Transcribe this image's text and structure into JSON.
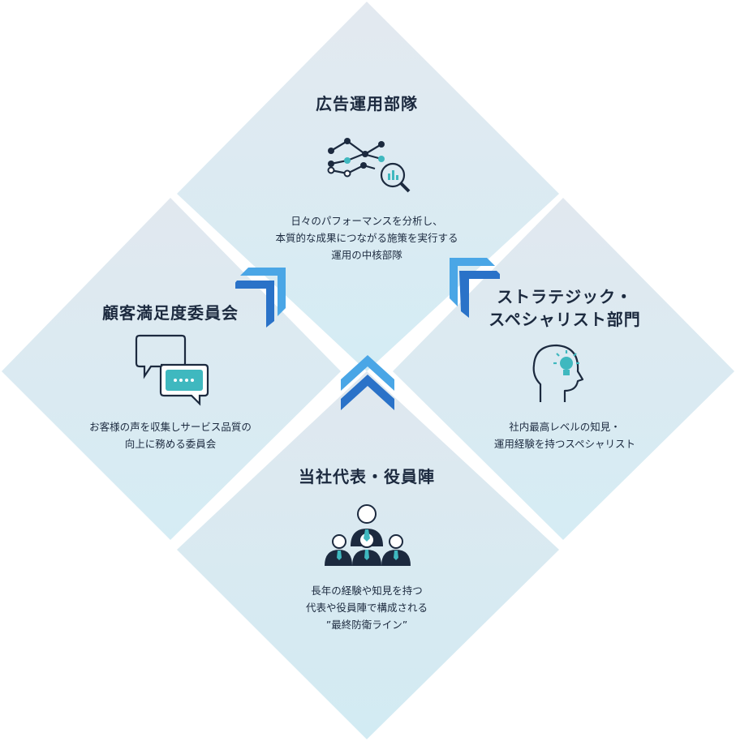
{
  "top": {
    "title": "広告運用部隊",
    "desc": [
      "日々のパフォーマンスを分析し、",
      "本質的な成果につながる施策を実行する",
      "運用の中核部隊"
    ],
    "icon": "analytics-chart-magnifier-icon"
  },
  "left": {
    "title": "顧客満足度委員会",
    "desc": [
      "お客様の声を収集しサービス品質の",
      "向上に務める委員会"
    ],
    "icon": "chat-bubbles-icon"
  },
  "right": {
    "title": [
      "ストラテジック・",
      "スペシャリスト部門"
    ],
    "desc": [
      "社内最高レベルの知見・",
      "運用経験を持つスペシャリスト"
    ],
    "icon": "head-lightbulb-icon"
  },
  "bottom": {
    "title": "当社代表・役員陣",
    "desc": [
      "長年の経験や知見を持つ",
      "代表や役員陣で構成される",
      "”最終防衛ライン”"
    ],
    "icon": "executive-team-icon"
  },
  "colors": {
    "diamond_top": "#e2eaf1",
    "diamond_bottom": "#d3ebf3",
    "navy": "#1c2a3f",
    "teal": "#3fb8bf",
    "chevron_light": "#4aa6e6",
    "chevron_dark": "#2a72c8"
  }
}
